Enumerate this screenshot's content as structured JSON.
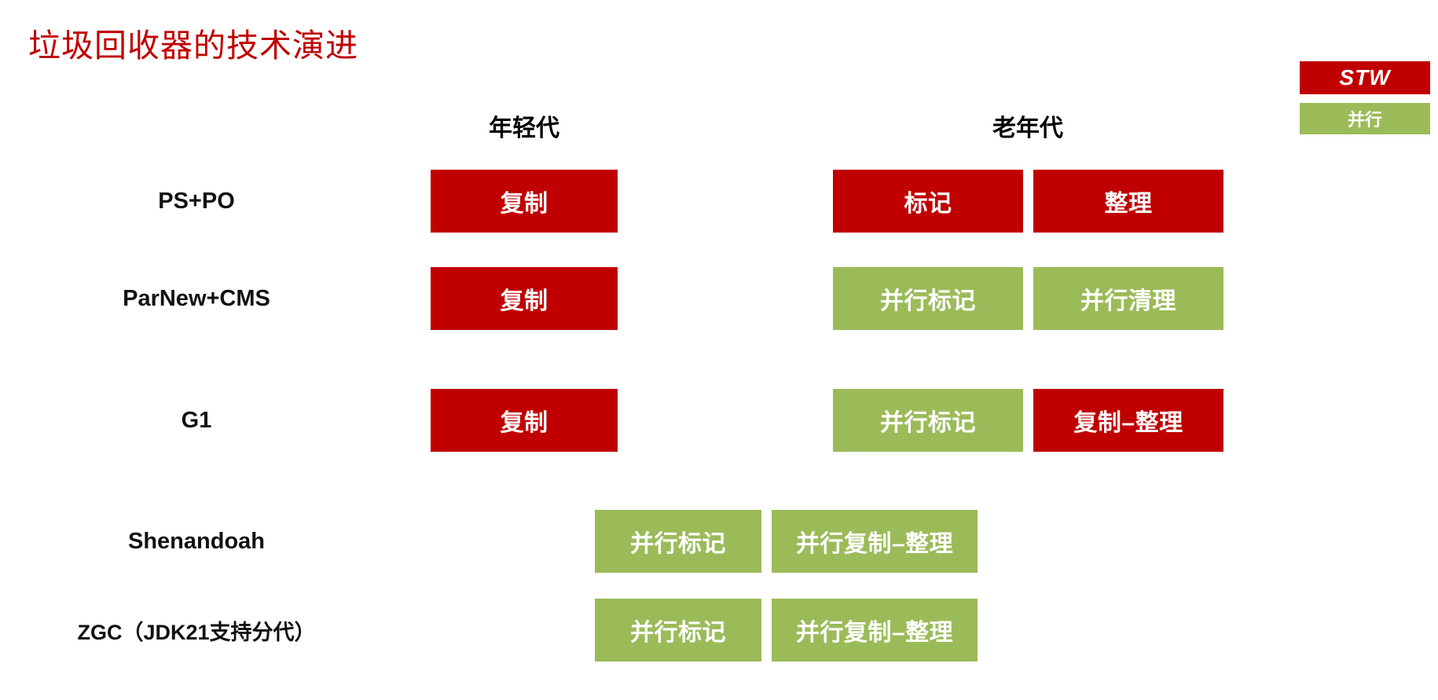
{
  "slide": {
    "title": "垃圾回收器的技术演进",
    "title_color": "#C00000",
    "background": "#ffffff"
  },
  "legend": {
    "items": [
      {
        "label": "STW",
        "color": "#C00000",
        "meaning": "stop-the-world"
      },
      {
        "label": "并行",
        "color": "#9BBB59",
        "meaning": "parallel"
      }
    ]
  },
  "columns": [
    {
      "key": "young",
      "label": "年轻代"
    },
    {
      "key": "old",
      "label": "老年代"
    }
  ],
  "rows": [
    {
      "label": "PS+PO",
      "young": [
        {
          "label": "复制",
          "type": "stw"
        }
      ],
      "old": [
        {
          "label": "标记",
          "type": "stw"
        },
        {
          "label": "整理",
          "type": "stw"
        }
      ]
    },
    {
      "label": "ParNew+CMS",
      "young": [
        {
          "label": "复制",
          "type": "stw"
        }
      ],
      "old": [
        {
          "label": "并行标记",
          "type": "par"
        },
        {
          "label": "并行清理",
          "type": "par"
        }
      ]
    },
    {
      "label": "G1",
      "young": [
        {
          "label": "复制",
          "type": "stw"
        }
      ],
      "old": [
        {
          "label": "并行标记",
          "type": "par"
        },
        {
          "label": "复制–整理",
          "type": "stw"
        }
      ]
    },
    {
      "label": "Shenandoah",
      "young": [],
      "old": [
        {
          "label": "并行标记",
          "type": "par"
        },
        {
          "label": "并行复制–整理",
          "type": "par"
        }
      ]
    },
    {
      "label": "ZGC（JDK21支持分代）",
      "young": [],
      "old": [
        {
          "label": "并行标记",
          "type": "par"
        },
        {
          "label": "并行复制–整理",
          "type": "par"
        }
      ]
    }
  ]
}
